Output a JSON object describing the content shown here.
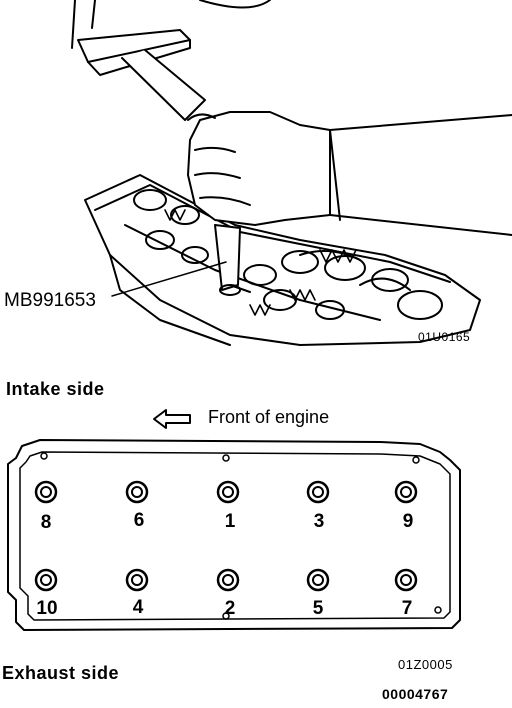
{
  "illustration": {
    "tool_label": "MB991653",
    "figure_code": "01U0165"
  },
  "diagram": {
    "intake_side_label": "Intake side",
    "front_label": "Front of engine",
    "exhaust_side_label": "Exhaust side",
    "figure_code": "01Z0005",
    "document_number": "00004767",
    "bolts_top_row": [
      "8",
      "6",
      "1",
      "3",
      "9"
    ],
    "bolts_bottom_row": [
      "10",
      "4",
      "2",
      "5",
      "7"
    ]
  }
}
